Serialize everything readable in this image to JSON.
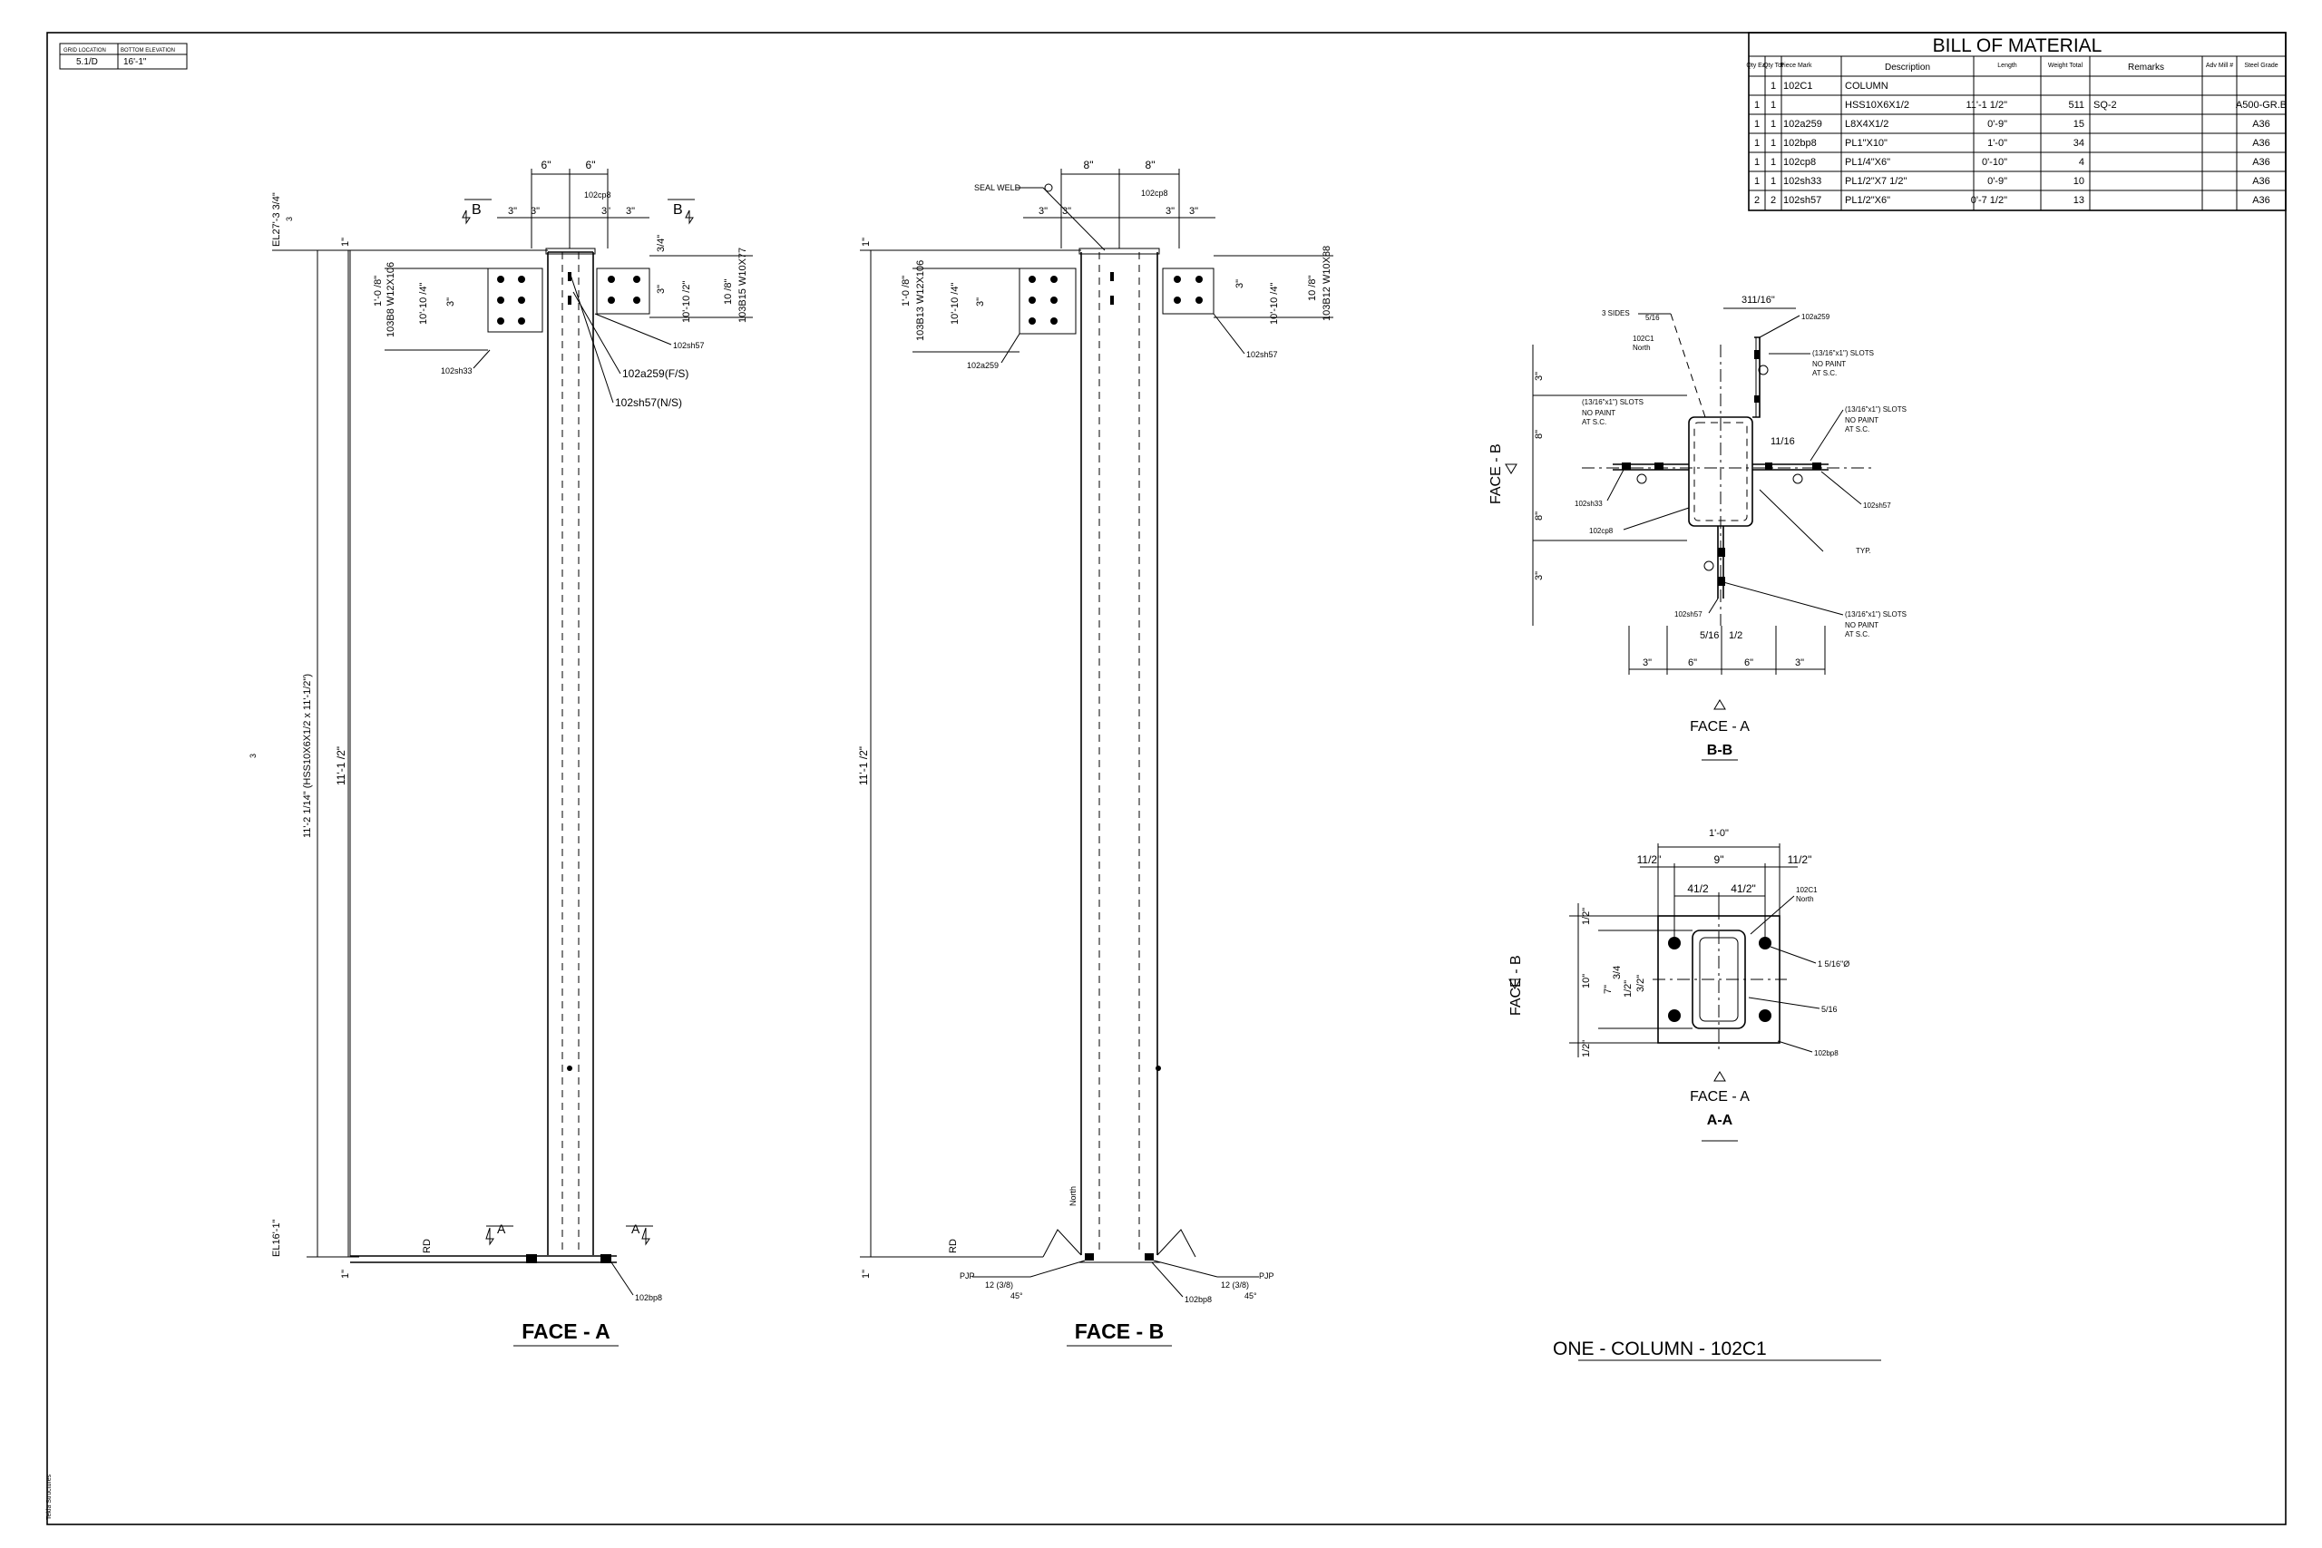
{
  "title_block": {
    "grid_location_label": "GRID LOCATION",
    "bottom_elevation_label": "BOTTOM ELEVATION",
    "grid_location": "5.1/D",
    "bottom_elevation": "16'-1\""
  },
  "bom": {
    "title": "BILL OF MATERIAL",
    "headers": [
      "Qty Ea.",
      "Qty Tot",
      "Piece Mark",
      "Description",
      "Length",
      "Weight Total",
      "Remarks",
      "Adv Mill #",
      "Steel Grade"
    ],
    "rows": [
      [
        "",
        "1",
        "102C1",
        "COLUMN",
        "",
        "",
        "",
        "",
        ""
      ],
      [
        "1",
        "1",
        "",
        "HSS10X6X1/2",
        "11'-1 1/2\"",
        "511",
        "SQ-2",
        "",
        "A500-GR.B"
      ],
      [
        "1",
        "1",
        "102a259",
        "L8X4X1/2",
        "0'-9\"",
        "15",
        "",
        "",
        "A36"
      ],
      [
        "1",
        "1",
        "102bp8",
        "PL1\"X10\"",
        "1'-0\"",
        "34",
        "",
        "",
        "A36"
      ],
      [
        "1",
        "1",
        "102cp8",
        "PL1/4\"X6\"",
        "0'-10\"",
        "4",
        "",
        "",
        "A36"
      ],
      [
        "1",
        "1",
        "102sh33",
        "PL1/2\"X7  1/2\"",
        "0'-9\"",
        "10",
        "",
        "",
        "A36"
      ],
      [
        "2",
        "2",
        "102sh57",
        "PL1/2\"X6\"",
        "0'-7 1/2\"",
        "13",
        "",
        "",
        "A36"
      ]
    ]
  },
  "face_a": {
    "title": "FACE - A",
    "el_top": "EL27'-3 3/4\"",
    "el_bottom": "EL16'-1\"",
    "overall_dim": "11'-2 1/14\" (HSS10X6X1/2 x 11'-1/2\")",
    "member_dim": "11'-1 /2\"",
    "dim_six_a": "6\"",
    "dim_six_b": "6\"",
    "dim_three": "3\"",
    "cp8": "102cp8",
    "beam_left": "103B8 W12X106",
    "beam_right": "103B15 W10X77",
    "beam_left_dim": "1'-0 /8\"",
    "beam_left_dim2": "10'-10 /4\"",
    "beam_right_dim": "10'-10 /2\"",
    "beam_right_dim2": "10 /8\"",
    "sh33": "102sh33",
    "sh57": "102sh57",
    "a259": "102a259(F/S)",
    "sh57n": "102sh57(N/S)",
    "bp8": "102bp8",
    "rd": "RD",
    "section_b": "B",
    "section_a": "A",
    "small_3": "3",
    "three_quarter": "3/4\"",
    "one_in": "1\""
  },
  "face_b": {
    "title": "FACE - B",
    "seal_weld": "SEAL WELD",
    "dim_eight_a": "8\"",
    "dim_eight_b": "8\"",
    "cp8": "102cp8",
    "beam_left": "103B13 W12X106",
    "beam_right": "103B12 W10X88",
    "beam_left_dim": "1'-0 /8\"",
    "beam_left_dim2": "10'-10 /4\"",
    "beam_right_dim": "10'-10 /4\"",
    "beam_right_dim2": "10 /8\"",
    "a259": "102a259",
    "sh57": "102sh57",
    "member_dim": "11'-1 /2\"",
    "north": "North",
    "pjp": "PJP",
    "weld_size": "12 (3/8)",
    "angle": "45°",
    "bp8": "102bp8",
    "rd": "RD"
  },
  "section_bb": {
    "title": "B-B",
    "face_a": "FACE - A",
    "face_b": "FACE - B",
    "three_sides": "3 SIDES",
    "top_dim": "311/16\"",
    "a259": "102a259",
    "c1": "102C1",
    "north": "North",
    "slots": "(13/16\"x1\") SLOTS",
    "no_paint": "NO PAINT",
    "at_sc": "AT S.C.",
    "sh33": "102sh33",
    "cp8": "102cp8",
    "sh57": "102sh57",
    "typ": "TYP.",
    "dim_1116": "11/16",
    "dim_516": "5/16",
    "dim_half": "1/2",
    "bottom_dims": [
      "3\"",
      "6\"",
      "6\"",
      "3\""
    ],
    "side_dims": [
      "3\"",
      "8\"",
      "8\"",
      "3\""
    ]
  },
  "section_aa": {
    "title": "A-A",
    "face_a": "FACE - A",
    "face_b": "FACE - B",
    "overall": "1'-0\"",
    "dims_top": [
      "11/2\"",
      "9\"",
      "11/2\""
    ],
    "dims_inner": [
      "41/2",
      "41/2\""
    ],
    "c1": "102C1",
    "north": "North",
    "hole": "1 5/16\"Ø",
    "weld": "5/16",
    "bp8": "102bp8",
    "side_dims": [
      "1/2\"",
      "10\"",
      "1/2\""
    ],
    "inner_side": [
      "7\"",
      "3/4",
      "1/2\"",
      "3/2\""
    ]
  },
  "sheet_title": "ONE - COLUMN - 102C1",
  "footer_note": "Tekla Structures"
}
